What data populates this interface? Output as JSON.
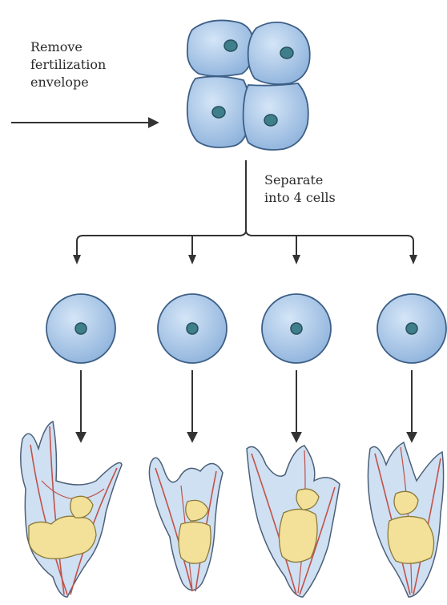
{
  "labels": {
    "remove_line1": "Remove",
    "remove_line2": "fertilization",
    "remove_line3": "envelope",
    "separate_line1": "Separate",
    "separate_line2": "into 4 cells"
  },
  "colors": {
    "cell_fill": "#a9c8ea",
    "cell_stroke": "#3d5f86",
    "nucleus_fill": "#3f7f8c",
    "larva_fill": "#cfe0f2",
    "larva_stroke": "#4b5f78",
    "skeleton": "#c0524a",
    "gut": "#f3e19a",
    "arrow": "#333333"
  },
  "icons": {
    "four_cell_embryo": "four-cell-embryo-icon",
    "blastomere": "blastomere-icon",
    "pluteus_larva": "pluteus-larva-icon"
  },
  "structure": {
    "isolated_cells": 4,
    "larvae": 4
  }
}
